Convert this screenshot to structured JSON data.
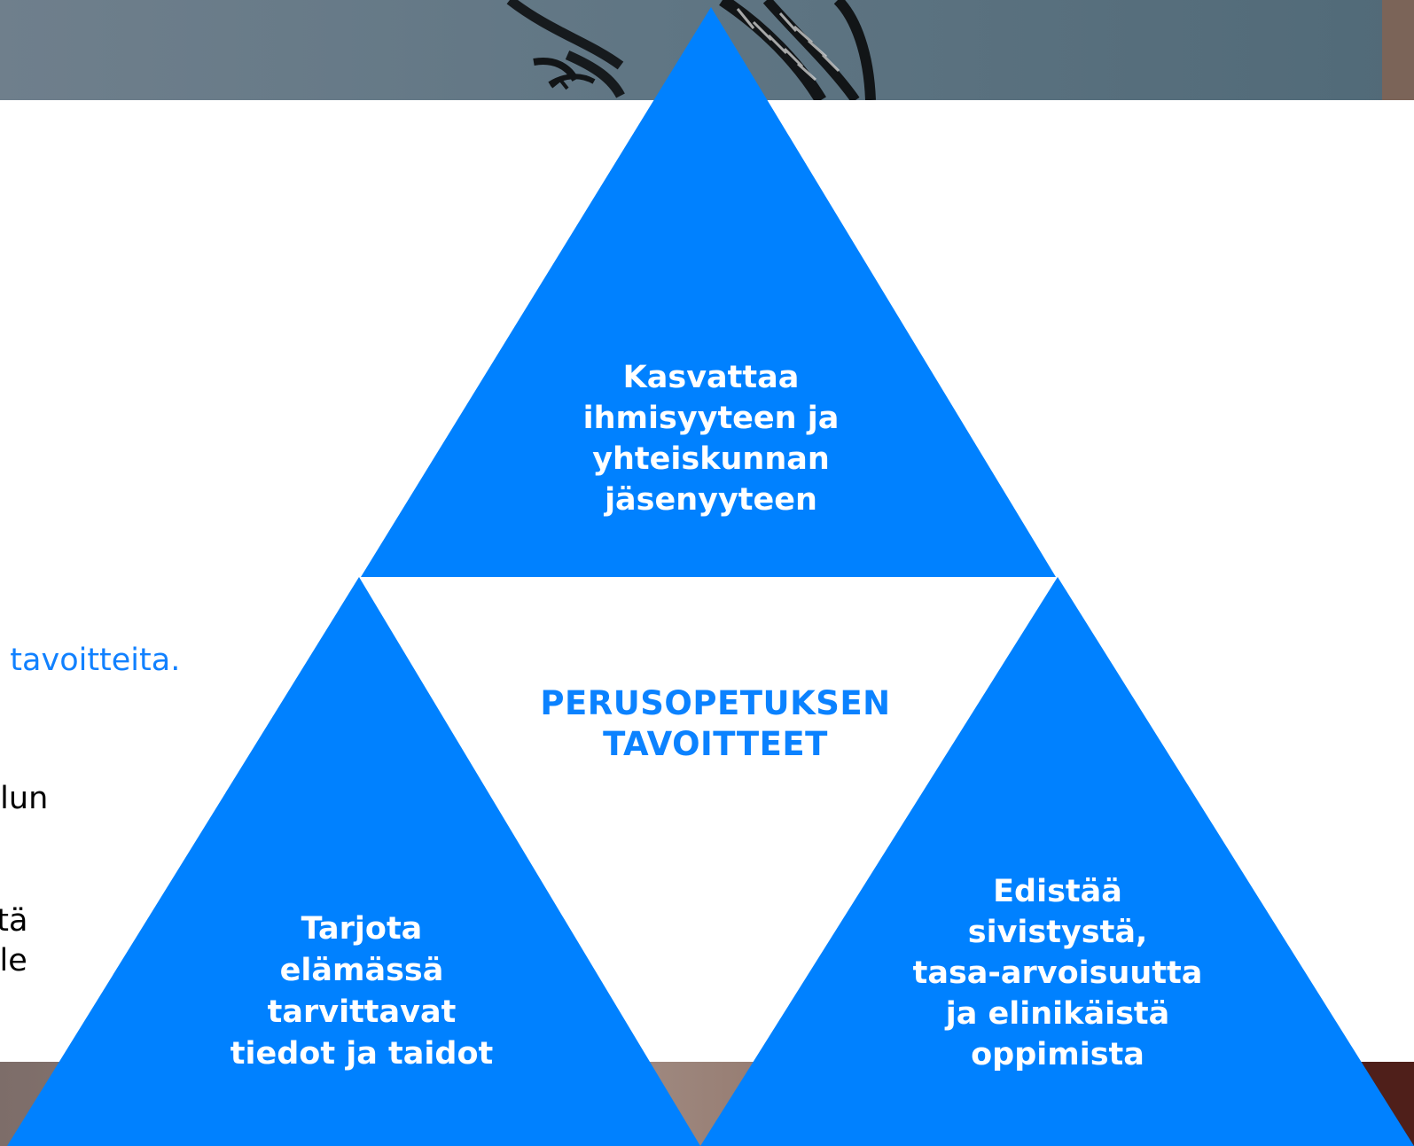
{
  "background": {
    "top_band": "photo-band",
    "bottom_band": "photo-band"
  },
  "left_text": {
    "line1": "n tavoitteita.",
    "line2": "ulun",
    "line3": "stä",
    "line4": "ele"
  },
  "diagram": {
    "center_title_line1": "PERUSOPETUKSEN",
    "center_title_line2": "TAVOITTEET",
    "top_goal": [
      "Kasvattaa",
      "ihmisyyteen ja",
      "yhteiskunnan",
      "jäsenyyteen"
    ],
    "left_goal": [
      "Tarjota",
      "elämässä",
      "tarvittavat",
      "tiedot ja taidot"
    ],
    "right_goal": [
      "Edistää",
      "sivistystä,",
      "tasa-arvoisuutta",
      "ja elinikäistä",
      "oppimista"
    ]
  },
  "colors": {
    "accent_blue": "#0081ff",
    "text_blue": "#1181ff",
    "white": "#ffffff",
    "black": "#000000"
  }
}
